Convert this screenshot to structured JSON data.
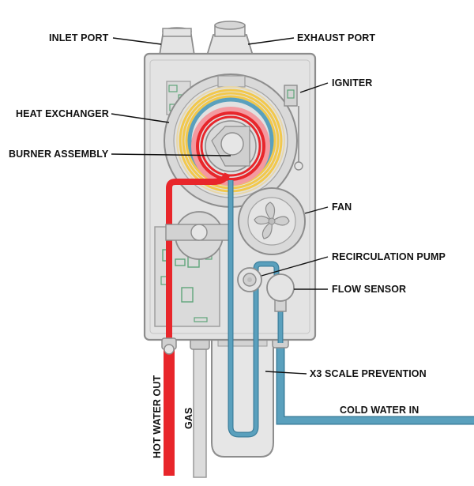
{
  "labels": {
    "inlet_port": "INLET PORT",
    "exhaust_port": "EXHAUST PORT",
    "igniter": "IGNITER",
    "heat_exchanger": "HEAT EXCHANGER",
    "burner_assembly": "BURNER ASSEMBLY",
    "fan": "FAN",
    "recirculation_pump": "RECIRCULATION PUMP",
    "flow_sensor": "FLOW SENSOR",
    "scale_prevention": "X3 SCALE PREVENTION",
    "cold_water_in": "COLD WATER IN",
    "hot_water_out": "HOT WATER OUT",
    "gas": "GAS"
  },
  "colors": {
    "hot_pipe": "#e8262b",
    "cold_pipe": "#5aa0bd",
    "cold_pipe_dark": "#3c7f9c",
    "casing": "#e3e3e3",
    "component": "#d9d9d9",
    "outline": "#8d8d8d",
    "board_green": "#5fa57a",
    "yellow_coil": "#f2c84b",
    "pink_glow": "#f39aa0"
  }
}
